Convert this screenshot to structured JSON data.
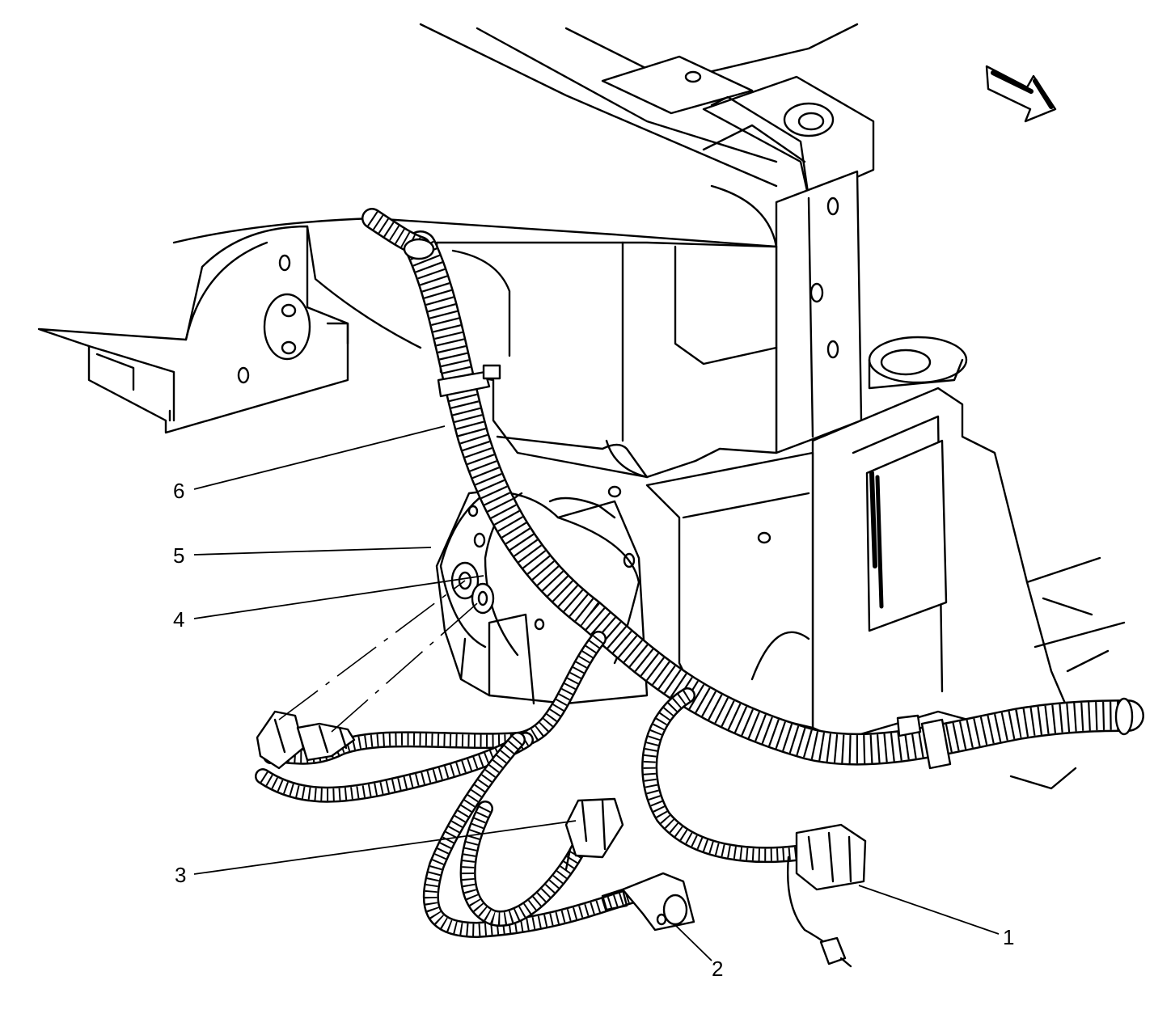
{
  "callouts": [
    {
      "id": "1",
      "label": "1"
    },
    {
      "id": "2",
      "label": "2"
    },
    {
      "id": "3",
      "label": "3"
    },
    {
      "id": "4",
      "label": "4"
    },
    {
      "id": "5",
      "label": "5"
    },
    {
      "id": "6",
      "label": "6"
    }
  ],
  "view_arrow_icon": "direction-arrow-icon"
}
